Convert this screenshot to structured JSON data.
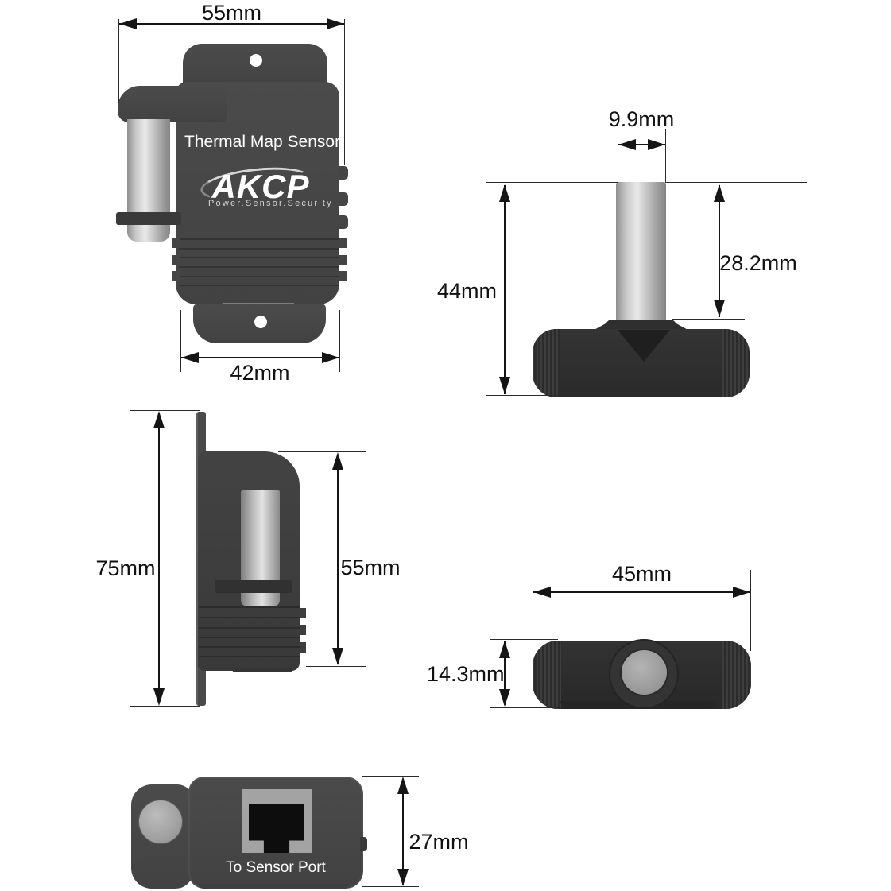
{
  "product": {
    "front_label": "Thermal Map Sensor",
    "port_label": "To Sensor Port"
  },
  "brand": {
    "name": "AKCP",
    "tagline": "Power.Sensor.Security"
  },
  "views": {
    "front": {
      "dim_width_top": "55mm",
      "dim_width_bottom": "42mm"
    },
    "probe_front": {
      "dim_diameter": "9.9mm",
      "dim_total_height": "44mm",
      "dim_stem_length": "28.2mm"
    },
    "side": {
      "dim_total_height": "75mm",
      "dim_body_height": "55mm"
    },
    "probe_top": {
      "dim_width": "45mm",
      "dim_depth": "14.3mm"
    },
    "bottom": {
      "dim_height": "27mm"
    }
  },
  "colors": {
    "background": "#ffffff",
    "dimension_lines": "#151515",
    "device_body_gray": "#474747",
    "device_body_dark": "#2e2e2e",
    "metal_light": "#e9e9e9",
    "metal_dark": "#858585",
    "rj45_bezel": "#a3a3a3",
    "rj45_socket": "#0d0d0d",
    "label_text": "#ffffff",
    "tagline_text": "#d6d6d6"
  }
}
